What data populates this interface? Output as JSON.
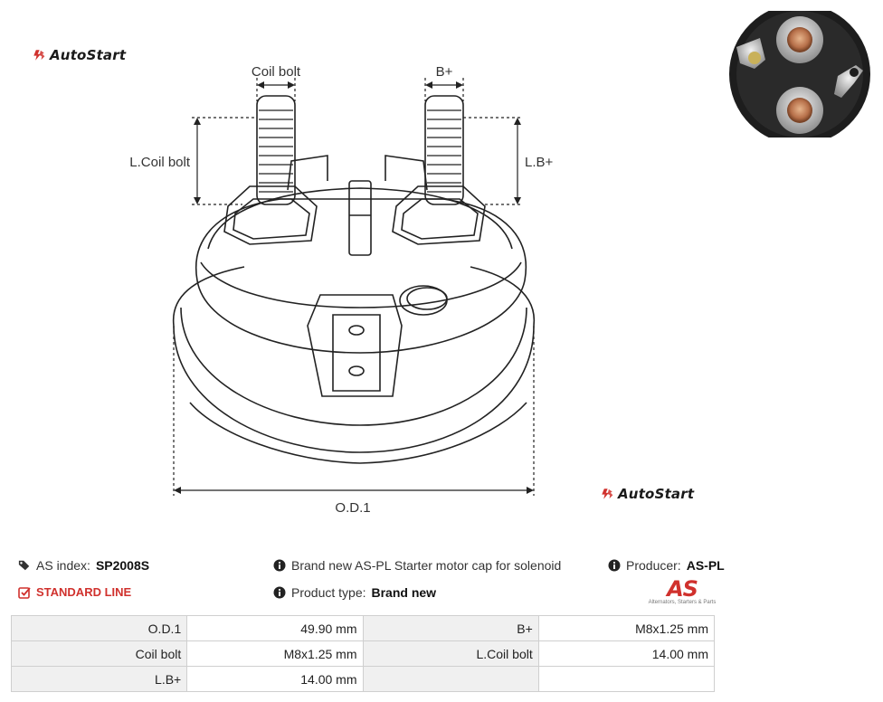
{
  "brand": {
    "logo_text": "AutoStart"
  },
  "drawing": {
    "labels": {
      "coil_bolt": "Coil bolt",
      "b_plus": "B+",
      "l_coil_bolt": "L.Coil bolt",
      "l_b_plus": "L.B+",
      "od1": "O.D.1"
    }
  },
  "info": {
    "as_index_label": "AS index:",
    "as_index_value": "SP2008S",
    "line": "STANDARD LINE",
    "description": "Brand new AS-PL Starter motor cap for solenoid",
    "product_type_label": "Product type:",
    "product_type_value": "Brand new",
    "producer_label": "Producer:",
    "producer_value": "AS-PL",
    "as_logo_text": "AS",
    "as_logo_tagline": "Alternators, Starters & Parts"
  },
  "specs": [
    {
      "l1": "O.D.1",
      "v1": "49.90 mm",
      "l2": "B+",
      "v2": "M8x1.25 mm"
    },
    {
      "l1": "Coil bolt",
      "v1": "M8x1.25 mm",
      "l2": "L.Coil bolt",
      "v2": "14.00 mm"
    },
    {
      "l1": "L.B+",
      "v1": "14.00 mm",
      "l2": "",
      "v2": ""
    }
  ],
  "colors": {
    "accent": "#d0312d",
    "table_label_bg": "#f0f0f0",
    "border": "#cfcfcf"
  }
}
